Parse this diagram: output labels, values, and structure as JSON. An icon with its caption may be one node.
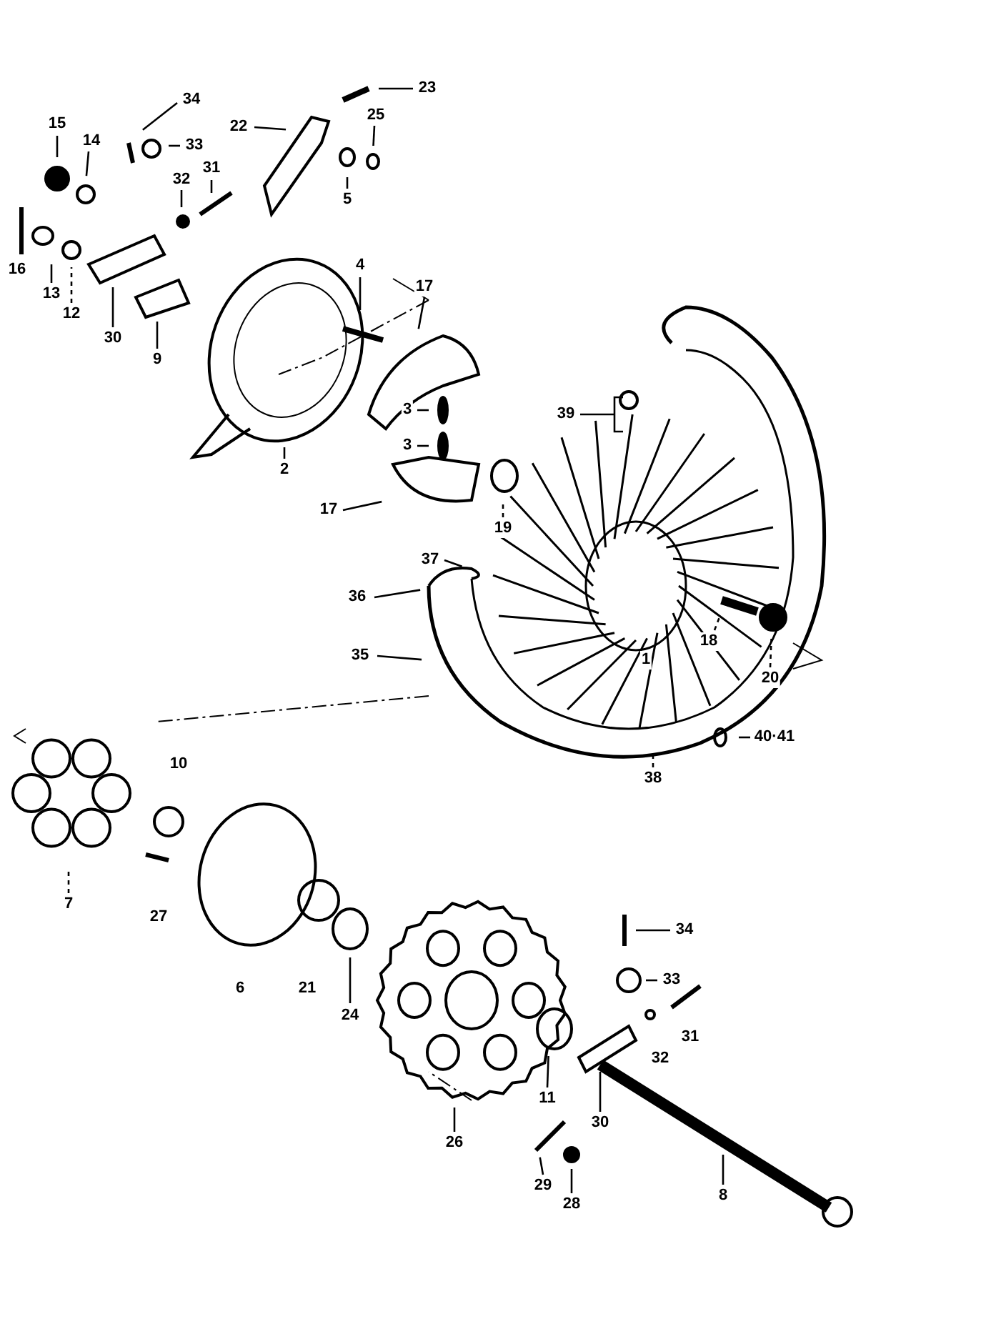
{
  "diagram": {
    "nodes": [
      {
        "text": [
          "34"
        ]
      },
      {
        "text": [
          "23"
        ]
      },
      {
        "text": [
          "15"
        ]
      },
      {
        "text": [
          "14"
        ]
      },
      {
        "text": [
          "22"
        ]
      },
      {
        "text": [
          "33"
        ]
      },
      {
        "text": [
          "25"
        ]
      },
      {
        "text": [
          "32"
        ]
      },
      {
        "text": [
          "31"
        ]
      },
      {
        "text": [
          "5"
        ]
      },
      {
        "text": [
          "13"
        ]
      },
      {
        "text": [
          "12"
        ]
      },
      {
        "text": [
          "30"
        ]
      },
      {
        "text": [
          "9"
        ]
      },
      {
        "text": [
          "4"
        ]
      },
      {
        "text": [
          "17"
        ]
      },
      {
        "text": [
          "3"
        ]
      },
      {
        "text": [
          "3"
        ]
      },
      {
        "text": [
          "2"
        ]
      },
      {
        "text": [
          "17"
        ]
      },
      {
        "text": [
          "19"
        ]
      },
      {
        "text": [
          "39"
        ]
      },
      {
        "text": [
          "37"
        ]
      },
      {
        "text": [
          "36"
        ]
      },
      {
        "text": [
          "35"
        ]
      },
      {
        "text": [
          "18"
        ]
      },
      {
        "text": [
          "20"
        ]
      },
      {
        "text": [
          "38"
        ]
      },
      {
        "text": [
          "40·41"
        ]
      },
      {
        "text": [
          "7"
        ]
      },
      {
        "text": [
          "24"
        ]
      },
      {
        "text": [
          "26"
        ]
      },
      {
        "text": [
          "34"
        ]
      },
      {
        "text": [
          "33"
        ]
      },
      {
        "text": [
          "11"
        ]
      },
      {
        "text": [
          "30"
        ]
      },
      {
        "text": [
          "29"
        ]
      },
      {
        "text": [
          "28"
        ]
      },
      {
        "text": [
          "8"
        ]
      },
      {
        "text": [
          "16"
        ]
      },
      {
        "text": [
          "1"
        ]
      },
      {
        "text": [
          "10"
        ]
      },
      {
        "text": [
          "27"
        ]
      },
      {
        "text": [
          "6"
        ]
      },
      {
        "text": [
          "21"
        ]
      },
      {
        "text": [
          "31"
        ]
      },
      {
        "text": [
          "32"
        ]
      }
    ],
    "edges": [
      {
        "from": 0,
        "to": null,
        "arrow": "none"
      },
      {
        "from": 1,
        "to": null,
        "arrow": "none"
      },
      {
        "from": 2,
        "to": null,
        "arrow": "none"
      },
      {
        "from": 3,
        "to": null,
        "arrow": "none"
      },
      {
        "from": 4,
        "to": null,
        "arrow": "none"
      },
      {
        "from": 5,
        "to": null,
        "arrow": "none"
      },
      {
        "from": 6,
        "to": null,
        "arrow": "none"
      },
      {
        "from": 7,
        "to": null,
        "arrow": "none"
      },
      {
        "from": 8,
        "to": null,
        "arrow": "none"
      },
      {
        "from": 9,
        "to": null,
        "arrow": "none"
      },
      {
        "from": 10,
        "to": null,
        "arrow": "none"
      },
      {
        "from": 11,
        "to": null,
        "arrow": "none",
        "style": "dashed"
      },
      {
        "from": 12,
        "to": null,
        "arrow": "none"
      },
      {
        "from": 13,
        "to": null,
        "arrow": "none"
      },
      {
        "from": 14,
        "to": null,
        "arrow": "none"
      },
      {
        "from": 15,
        "to": null,
        "arrow": "none"
      },
      {
        "from": 16,
        "to": null,
        "arrow": "none"
      },
      {
        "from": 17,
        "to": null,
        "arrow": "none"
      },
      {
        "from": 18,
        "to": null,
        "arrow": "none"
      },
      {
        "from": 19,
        "to": null,
        "arrow": "none"
      },
      {
        "from": 20,
        "to": null,
        "arrow": "none",
        "style": "dashed"
      },
      {
        "from": 21,
        "to": null,
        "arrow": "none"
      },
      {
        "from": 22,
        "to": null,
        "arrow": "none"
      },
      {
        "from": 23,
        "to": null,
        "arrow": "none"
      },
      {
        "from": 24,
        "to": null,
        "arrow": "none"
      },
      {
        "from": 25,
        "to": null,
        "arrow": "none",
        "style": "dashed"
      },
      {
        "from": 26,
        "to": null,
        "arrow": "none",
        "style": "dashed"
      },
      {
        "from": 27,
        "to": null,
        "arrow": "none",
        "style": "dashed"
      },
      {
        "from": 28,
        "to": null,
        "arrow": "none"
      },
      {
        "from": 29,
        "to": null,
        "arrow": "none",
        "style": "dashed"
      },
      {
        "from": 30,
        "to": null,
        "arrow": "none"
      },
      {
        "from": 31,
        "to": null,
        "arrow": "none"
      },
      {
        "from": 32,
        "to": null,
        "arrow": "none"
      },
      {
        "from": 33,
        "to": null,
        "arrow": "none"
      },
      {
        "from": 34,
        "to": null,
        "arrow": "none"
      },
      {
        "from": 35,
        "to": null,
        "arrow": "none"
      },
      {
        "from": 36,
        "to": null,
        "arrow": "none"
      },
      {
        "from": 37,
        "to": null,
        "arrow": "none"
      },
      {
        "from": 38,
        "to": null,
        "arrow": "none"
      }
    ]
  }
}
